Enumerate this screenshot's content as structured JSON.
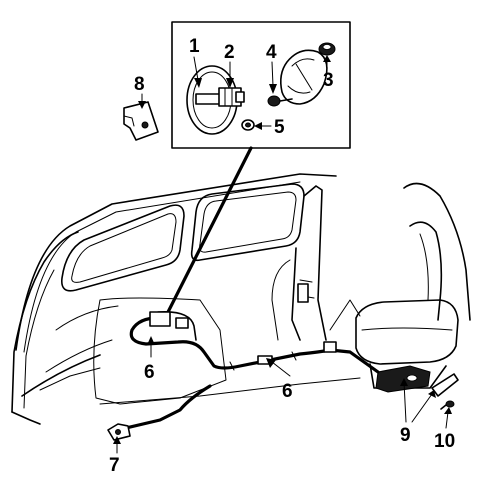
{
  "callouts": {
    "c1": "1",
    "c2": "2",
    "c3": "3",
    "c4": "4",
    "c5": "5",
    "c6a": "6",
    "c6b": "6",
    "c7": "7",
    "c8": "8",
    "c9": "9",
    "c10": "10"
  },
  "colors": {
    "line": "#000000",
    "background": "#ffffff"
  }
}
